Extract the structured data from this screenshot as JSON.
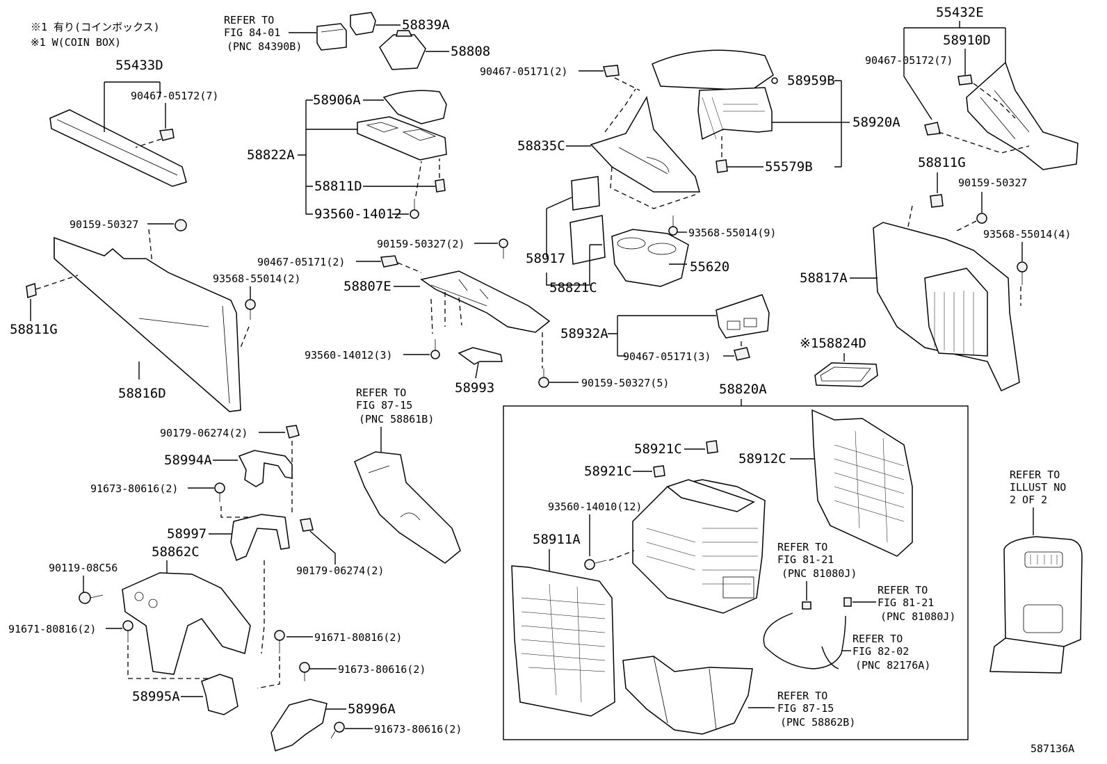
{
  "notes": {
    "line1": "※1 有り(コインボックス)",
    "line2": "※1 W(COIN BOX)"
  },
  "diagram_id": "587136A",
  "labels": {
    "p55433D": "55433D",
    "p90467_05172_7a": "90467-05172(7)",
    "ref8401_a": "REFER TO",
    "ref8401_b": "FIG 84-01",
    "ref8401_c": "(PNC 84390B)",
    "p58839A": "58839A",
    "p58808": "58808",
    "p58906A": "58906A",
    "p58822A": "58822A",
    "p58811D": "58811D",
    "p93560_14012": "93560-14012",
    "p90467_05171_2a": "90467-05171(2)",
    "p58835C": "58835C",
    "p58959B": "58959B",
    "p58920A": "58920A",
    "p55579B": "55579B",
    "p55432E": "55432E",
    "p58910D": "58910D",
    "p90467_05172_7b": "90467-05172(7)",
    "p58811G_r": "58811G",
    "p90159_50327_r": "90159-50327",
    "p93568_55014_4": "93568-55014(4)",
    "p58817A": "58817A",
    "p90159_50327_l": "90159-50327",
    "p58811G_l": "58811G",
    "p93568_55014_2": "93568-55014(2)",
    "p58816D": "58816D",
    "p90159_50327_2": "90159-50327(2)",
    "p90467_05171_2b": "90467-05171(2)",
    "p58807E": "58807E",
    "p93560_14012_3": "93560-14012(3)",
    "p58993": "58993",
    "p90159_50327_5": "90159-50327(5)",
    "p58917": "58917",
    "p58821C": "58821C",
    "p93568_55014_9": "93568-55014(9)",
    "p55620": "55620",
    "p58932A": "58932A",
    "p90467_05171_3": "90467-05171(3)",
    "p58824D": "※158824D",
    "p58820A": "58820A",
    "ref8715a_a": "REFER TO",
    "ref8715a_b": "FIG 87-15",
    "ref8715a_c": "(PNC 58861B)",
    "p90179_06274_2a": "90179-06274(2)",
    "p58994A": "58994A",
    "p91673_80616_2a": "91673-80616(2)",
    "p58997": "58997",
    "p90179_06274_2b": "90179-06274(2)",
    "p90119_08C56": "90119-08C56",
    "p58862C": "58862C",
    "p91671_80816_2a": "91671-80816(2)",
    "p91671_80816_2b": "91671-80816(2)",
    "p91673_80616_2b": "91673-80616(2)",
    "p58995A": "58995A",
    "p58996A": "58996A",
    "p91673_80616_2c": "91673-80616(2)",
    "p58921C_a": "58921C",
    "p58921C_b": "58921C",
    "p58912C": "58912C",
    "p93560_14010_12": "93560-14010(12)",
    "p58911A": "58911A",
    "ref8121a_a": "REFER TO",
    "ref8121a_b": "FIG 81-21",
    "ref8121a_c": "(PNC 81080J)",
    "ref8121b_a": "REFER TO",
    "ref8121b_b": "FIG 81-21",
    "ref8121b_c": "(PNC 81080J)",
    "ref8202_a": "REFER TO",
    "ref8202_b": "FIG 82-02",
    "ref8202_c": "(PNC 82176A)",
    "ref8715b_a": "REFER TO",
    "ref8715b_b": "FIG 87-15",
    "ref8715b_c": "(PNC 58862B)",
    "refill_a": "REFER TO",
    "refill_b": "ILLUST NO",
    "refill_c": "2 OF 2"
  }
}
